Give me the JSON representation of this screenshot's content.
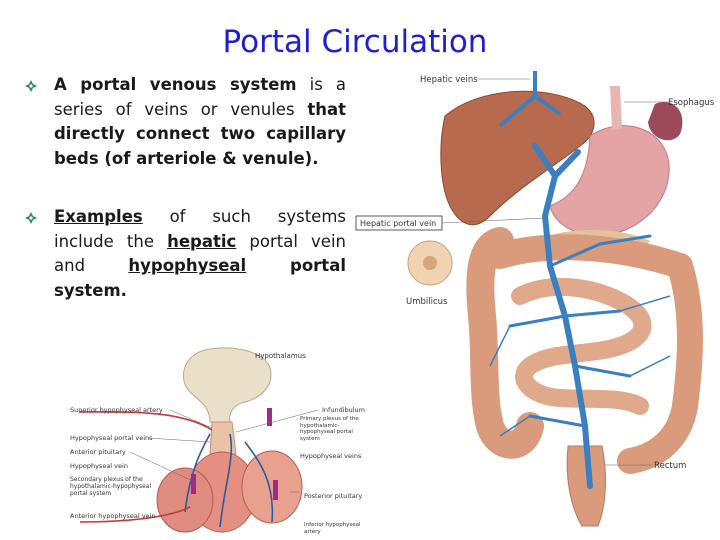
{
  "title": "Portal Circulation",
  "colors": {
    "title": "#1f1fd0",
    "bullet": "#2e8b57",
    "liver": "#b86a4e",
    "intestine": "#d99b7c",
    "vein": "#3a7fc0",
    "artery": "#c23a3a",
    "stomach": "#e4a4a6",
    "gland": "#e38f82"
  },
  "bullets": [
    {
      "icon": "diamond-clover-bullet-icon",
      "parts": [
        {
          "text": "A portal venous system",
          "style": "bold"
        },
        {
          "text": " is a series of veins or venules ",
          "style": "normal"
        },
        {
          "text": "that directly connect two capillary beds (of arteriole & venule).",
          "style": "bold"
        }
      ]
    },
    {
      "icon": "diamond-clover-bullet-icon",
      "parts": [
        {
          "text": "Examples",
          "style": "underline"
        },
        {
          "text": " of such systems include the ",
          "style": "normal"
        },
        {
          "text": "hepatic",
          "style": "underline"
        },
        {
          "text": " portal vein and ",
          "style": "normal"
        },
        {
          "text": "hypophyseal",
          "style": "underline"
        },
        {
          "text": " portal system.",
          "style": "bold"
        }
      ]
    }
  ],
  "abdomen_figure": {
    "labels": {
      "hepatic_veins": "Hepatic veins",
      "esophagus": "Esophagus",
      "hepatic_portal_vein": "Hepatic portal vein",
      "umbilicus": "Umbilicus",
      "rectum": "Rectum"
    }
  },
  "pituitary_figure": {
    "labels": {
      "hypothalamus": "Hypothalamus",
      "superior_hypophyseal_artery": "Superior hypophyseal artery",
      "hypophyseal_portal_veins": "Hypophyseal portal veins",
      "anterior_pituitary": "Anterior pituitary",
      "hypophyseal_vein_left": "Hypophyseal vein",
      "secondary_plexus": "Secondary plexus of the hypothalamic-hypophyseal portal system",
      "anterior_hypophyseal_vein": "Anterior hypophyseal vein",
      "infundibulum": "Infundibulum",
      "primary_plexus": "Primary plexus of the hypothalamic-hypophyseal portal system",
      "hypophyseal_veins_right": "Hypophyseal veins",
      "posterior_pituitary": "Posterior pituitary",
      "inferior_hypophyseal_artery": "Inferior hypophyseal artery"
    }
  }
}
